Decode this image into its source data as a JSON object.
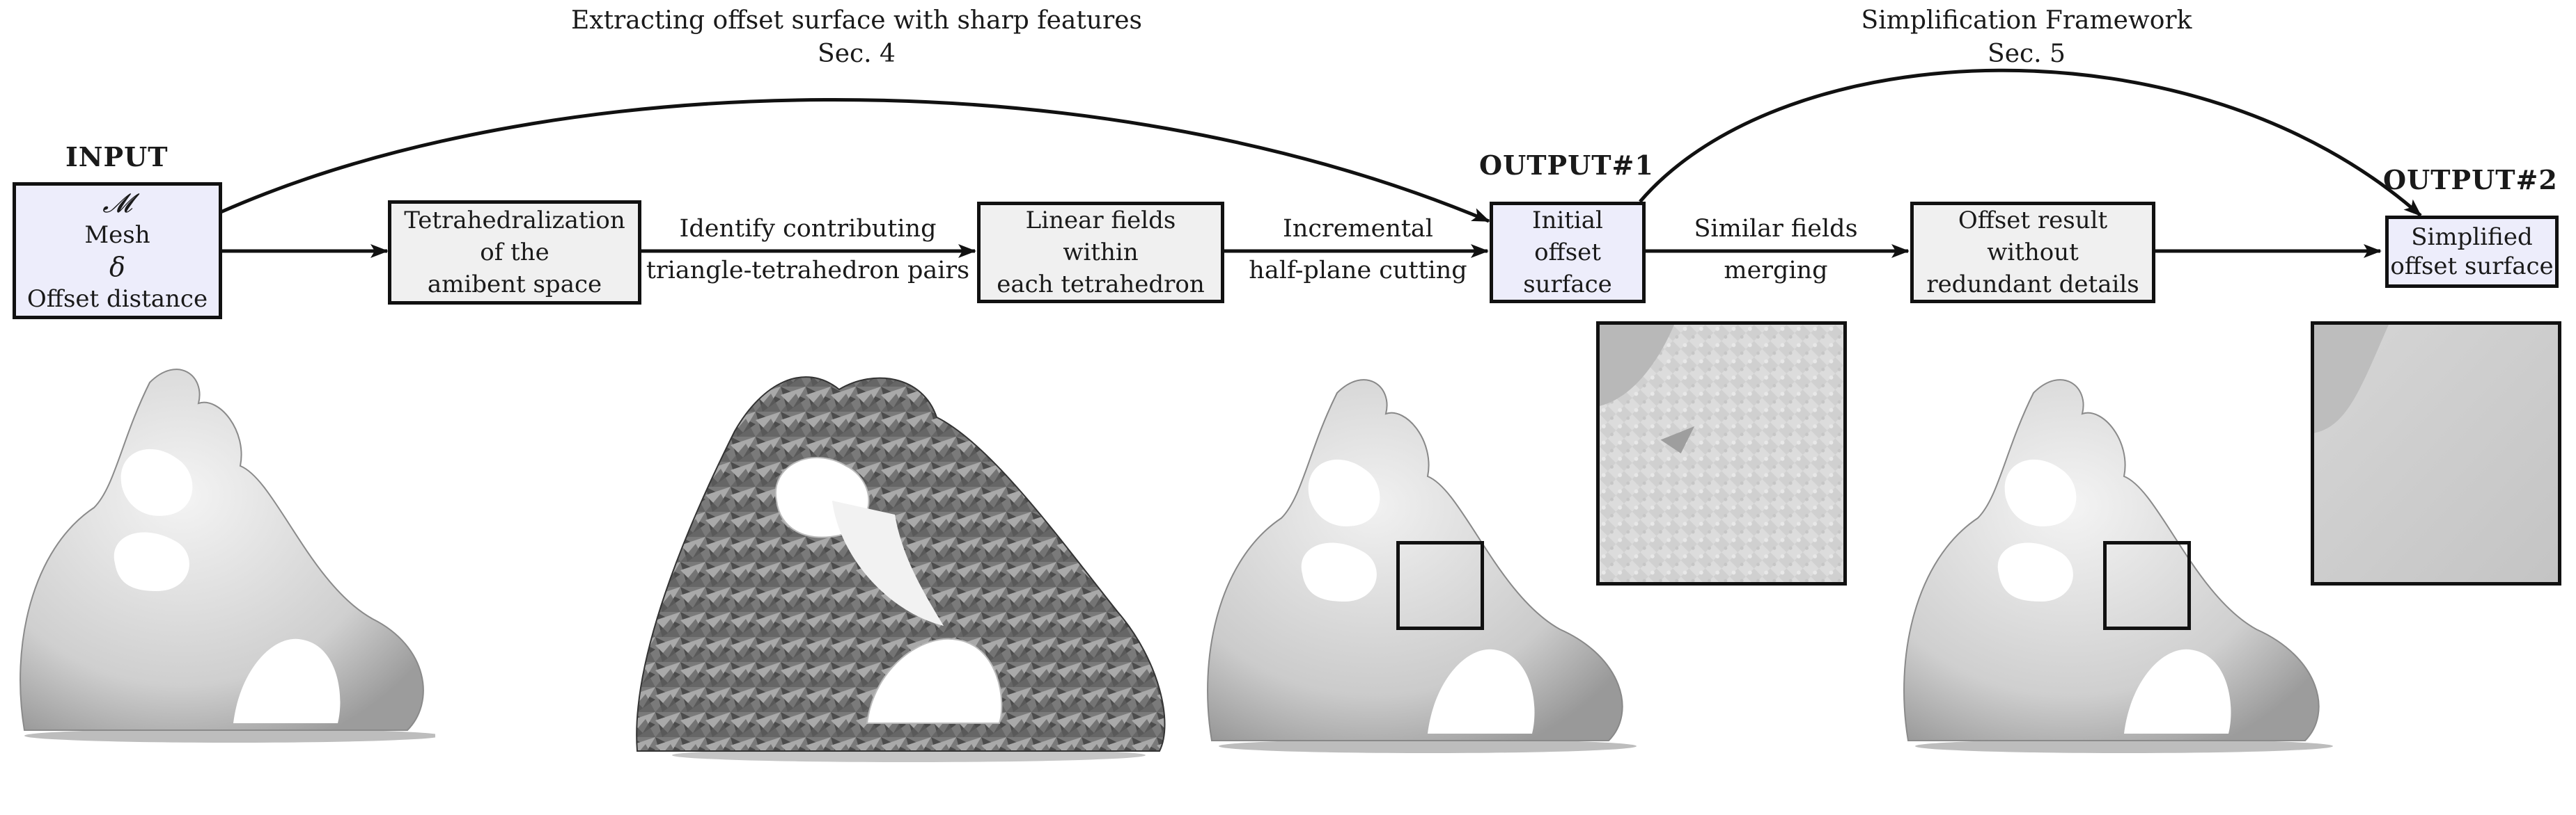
{
  "headers": {
    "offset": {
      "line1": "Extracting offset surface with sharp features",
      "line2": "Sec. 4"
    },
    "simplify": {
      "line1": "Simplification Framework",
      "line2": "Sec. 5"
    }
  },
  "labels": {
    "input": "INPUT",
    "output1": "OUTPUT#1",
    "output2": "OUTPUT#2"
  },
  "nodes": {
    "input": {
      "l1": "𝓜",
      "l2": "Mesh",
      "l3": "δ",
      "l4": "Offset distance"
    },
    "tetra": {
      "l1": "Tetrahedralization",
      "l2": "of the",
      "l3": "amibent space"
    },
    "linear": {
      "l1": "Linear fields",
      "l2": "within",
      "l3": "each tetrahedron"
    },
    "initial": {
      "l1": "Initial",
      "l2": "offset",
      "l3": "surface"
    },
    "offset_result": {
      "l1": "Offset result",
      "l2": "without",
      "l3": "redundant details"
    },
    "simplified": {
      "l1": "Simplified",
      "l2": "offset surface"
    }
  },
  "edges": {
    "identify": {
      "l1": "Identify contributing",
      "l2": "triangle-tetrahedron pairs"
    },
    "cutting": {
      "l1": "Incremental",
      "l2": "half-plane cutting"
    },
    "merging": {
      "l1": "Similar fields",
      "l2": "merging"
    }
  },
  "images": {
    "input_model": "sculpture-render-smooth",
    "tetra_model": "sculpture-tetrahedral-cut",
    "output1_model": "sculpture-render-bumpy",
    "output2_model": "sculpture-render-smooth",
    "zoom_output1": "closeup-bumpy-surface",
    "zoom_output2": "closeup-smooth-surface"
  },
  "colors": {
    "io_fill": "#ededfb",
    "proc_fill": "#f0f0f0",
    "stroke": "#111111"
  }
}
